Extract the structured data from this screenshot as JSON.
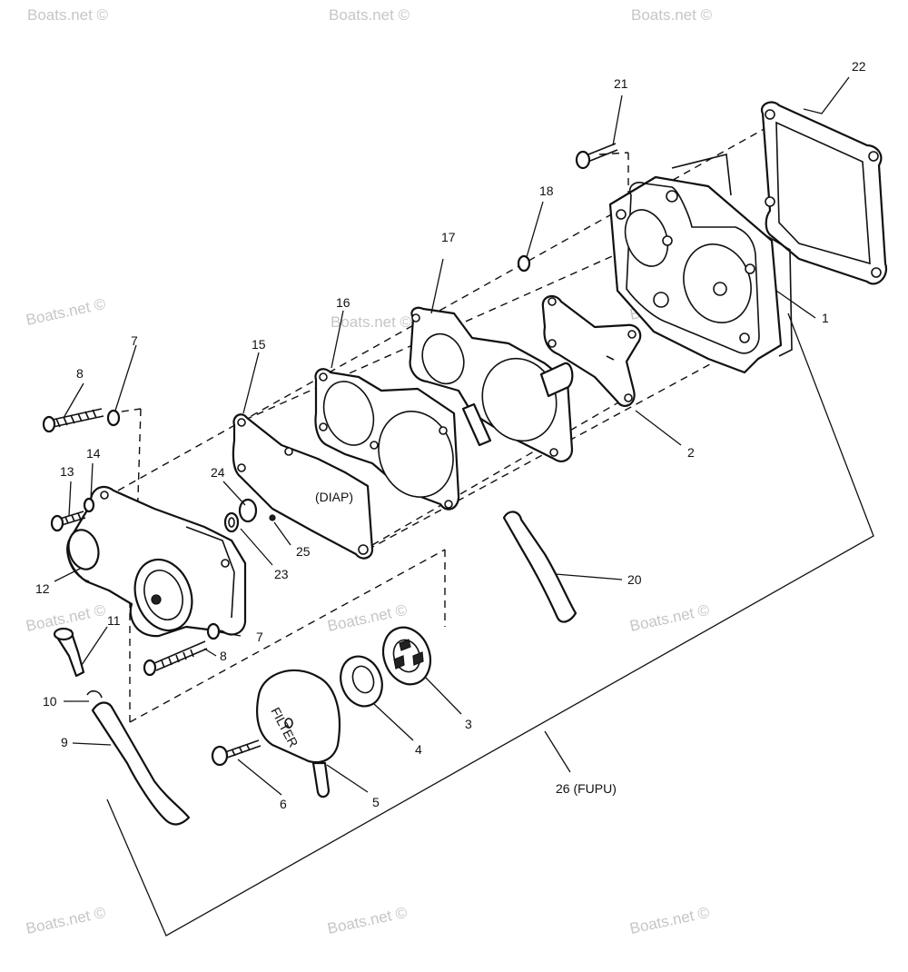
{
  "watermark": "Boats.net ©",
  "inner_labels": {
    "diaphragm": "(DIAP)",
    "filter": "FILTER"
  },
  "callouts": {
    "c1": "1",
    "c2": "2",
    "c3": "3",
    "c4": "4",
    "c5": "5",
    "c6": "6",
    "c7a": "7",
    "c7b": "7",
    "c8a": "8",
    "c8b": "8",
    "c9": "9",
    "c10": "10",
    "c11": "11",
    "c12": "12",
    "c13": "13",
    "c14": "14",
    "c15": "15",
    "c16": "16",
    "c17": "17",
    "c18": "18",
    "c20": "20",
    "c21": "21",
    "c22": "22",
    "c23": "23",
    "c24": "24",
    "c25": "25",
    "c26": "26 (FUPU)"
  }
}
